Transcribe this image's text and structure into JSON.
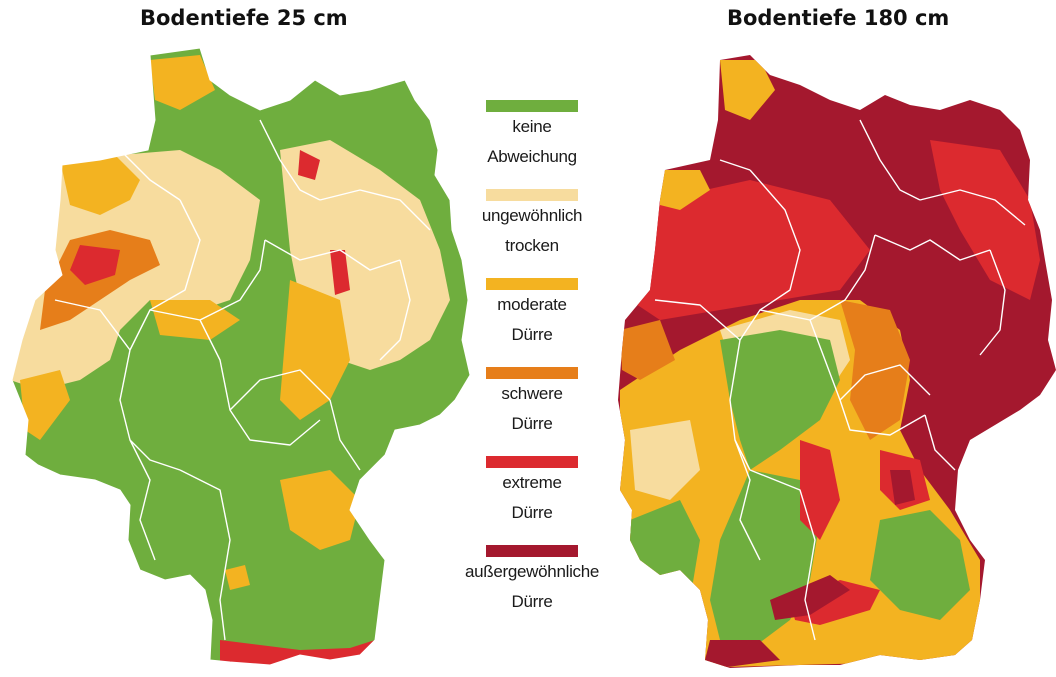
{
  "maps": [
    {
      "title": "Bodentiefe 25 cm",
      "dominant_class": "keine Abweichung"
    },
    {
      "title": "Bodentiefe 180 cm",
      "dominant_class": "außergewöhnliche Dürre"
    }
  ],
  "legend": {
    "items": [
      {
        "line1": "keine",
        "line2": "Abweichung",
        "color": "#6fae3e"
      },
      {
        "line1": "ungewöhnlich",
        "line2": "trocken",
        "color": "#f7dc9e"
      },
      {
        "line1": "moderate",
        "line2": "Dürre",
        "color": "#f3b321"
      },
      {
        "line1": "schwere",
        "line2": "Dürre",
        "color": "#e67e1a"
      },
      {
        "line1": "extreme",
        "line2": "Dürre",
        "color": "#dc2a2f"
      },
      {
        "line1": "außergewöhnliche",
        "line2": "Dürre",
        "color": "#a4182e"
      }
    ]
  },
  "colors": {
    "border_lines": "#ffffff",
    "background": "#ffffff"
  }
}
